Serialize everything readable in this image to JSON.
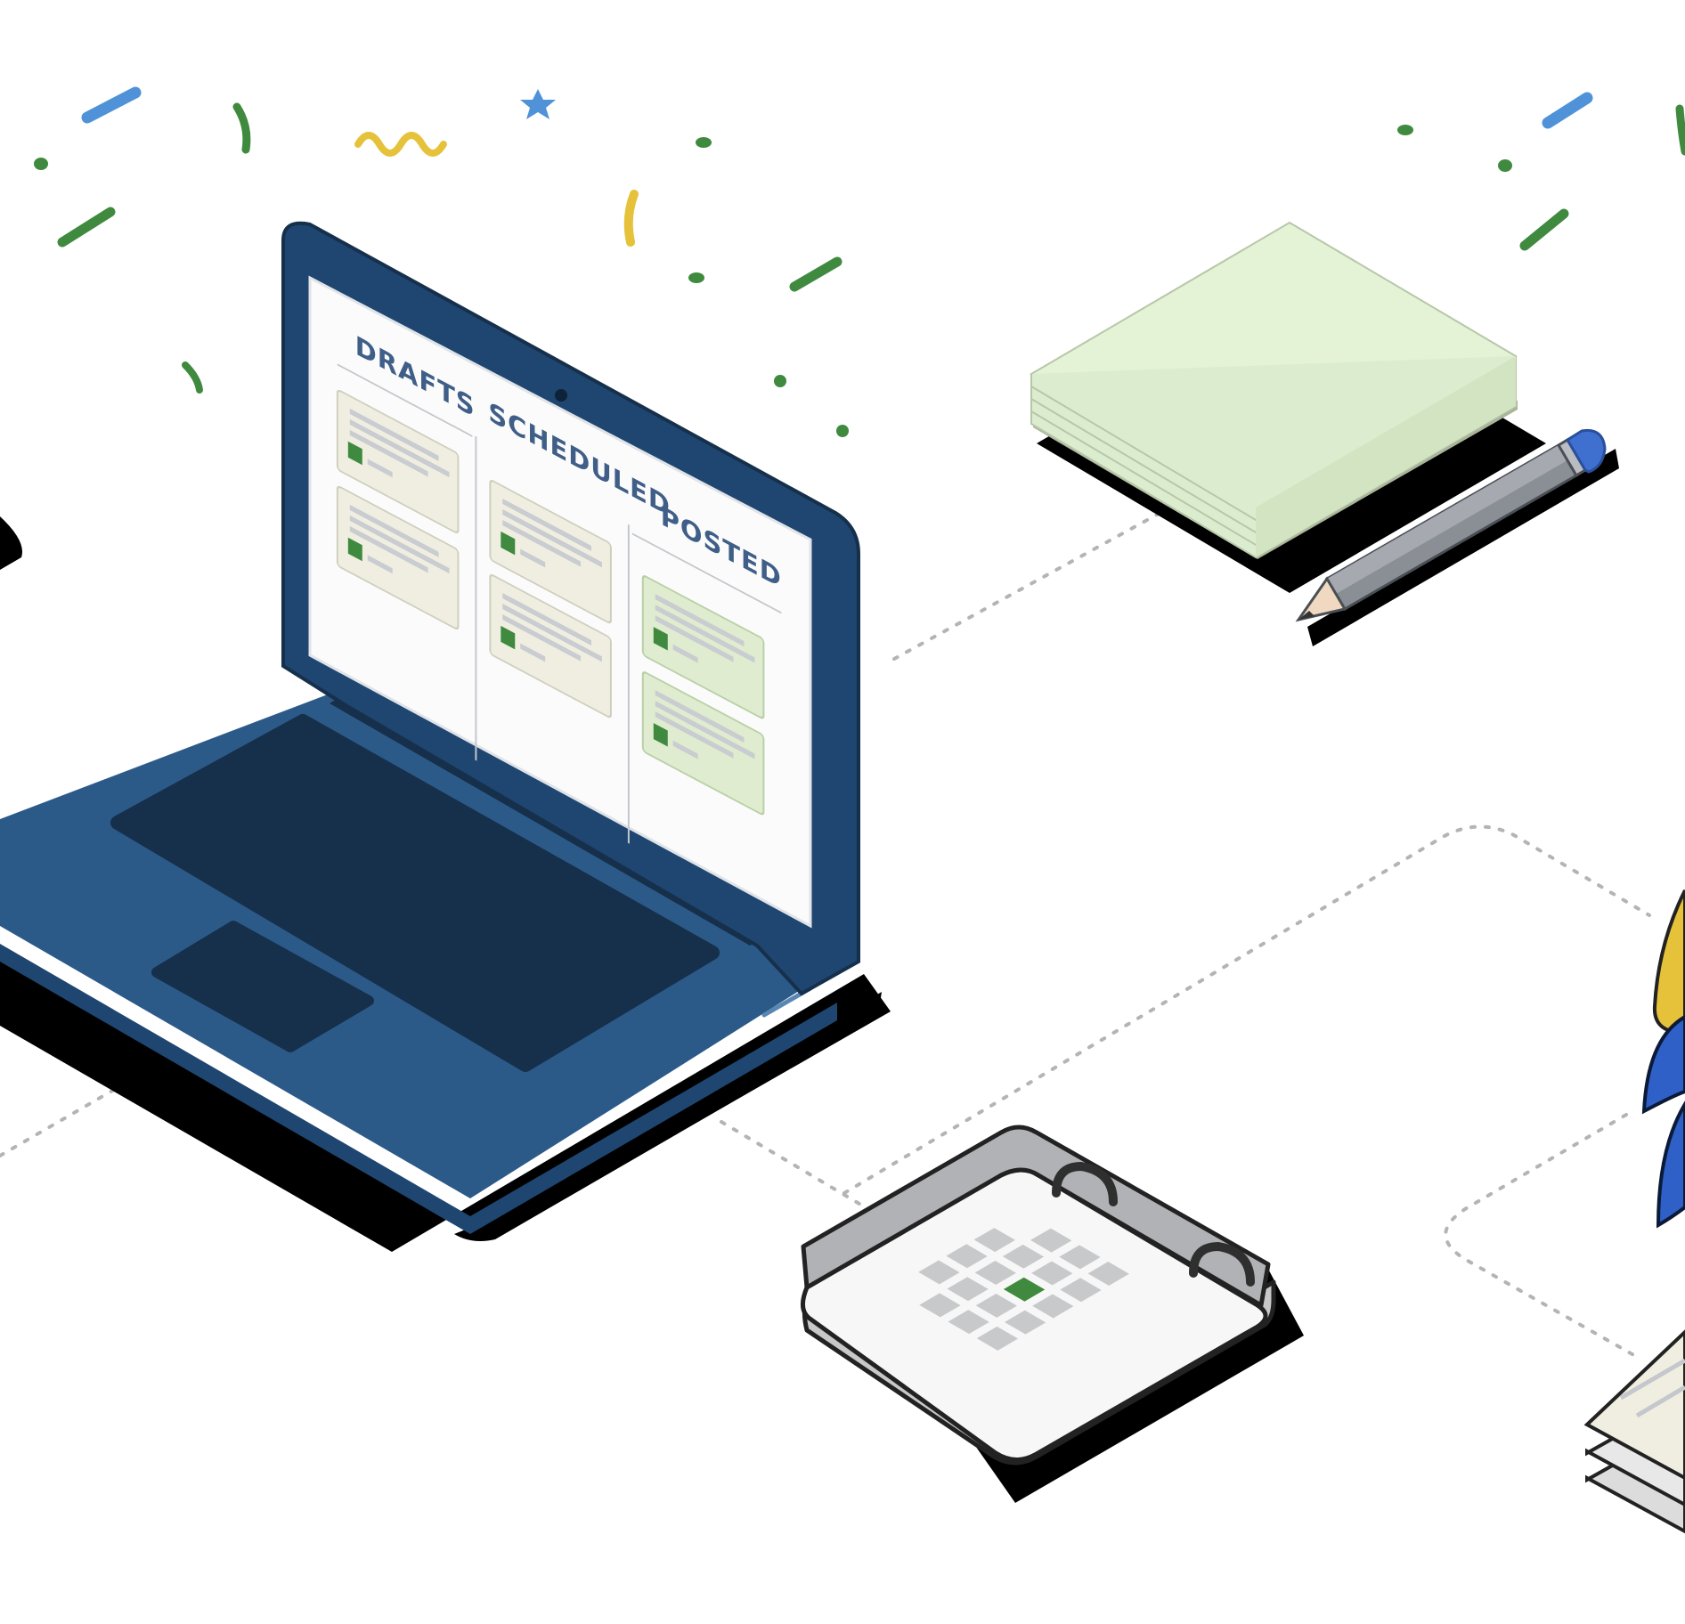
{
  "board": {
    "columns": [
      {
        "label": "DRAFTS",
        "card_tone": "neutral",
        "card_count": 2
      },
      {
        "label": "SCHEDULED",
        "card_tone": "neutral",
        "card_count": 2
      },
      {
        "label": "POSTED",
        "card_tone": "success",
        "card_count": 2
      }
    ]
  },
  "calendar": {
    "highlighted_cell_color": "#3f8a3f"
  },
  "colors": {
    "laptop_body": "#2c5a88",
    "laptop_frame": "#1e4670",
    "laptop_dark": "#16304c",
    "card_neutral": "#efeee0",
    "card_success": "#dfeccf",
    "accent_green": "#3f8a3f",
    "notepad": "#e4f2d6",
    "pencil_tip": "#3f70d0",
    "confetti": [
      "#4f92d8",
      "#3f8a3f",
      "#e6c23a"
    ]
  },
  "icons": [
    "laptop-icon",
    "notepad-icon",
    "pencil-icon",
    "calendar-icon",
    "rocket-icon",
    "paper-stack-icon",
    "confetti-icon"
  ]
}
